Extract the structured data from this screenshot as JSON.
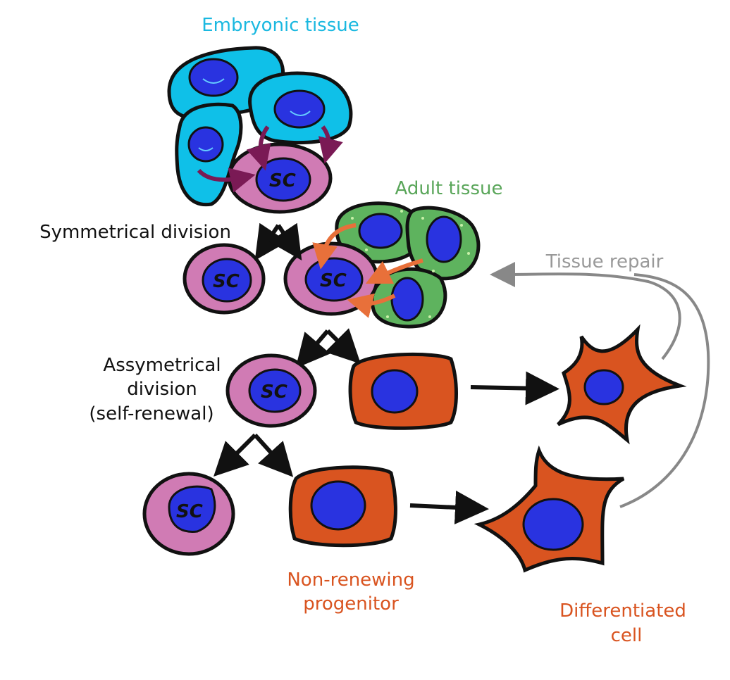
{
  "labels": {
    "embryonic": "Embryonic tissue",
    "adult": "Adult tissue",
    "symmetrical": "Symmetrical division",
    "asym1": "Assymetrical",
    "asym2": "division",
    "asym3": "(self-renewal)",
    "repair": "Tissue repair",
    "nonrenew1": "Non-renewing",
    "nonrenew2": "progenitor",
    "diff1": "Differentiated",
    "diff2": "cell"
  },
  "stem_cell_label": "SC",
  "colors": {
    "embryonic": "#1ab8e0",
    "embryonic_cell": "#0fc0e8",
    "adult": "#5aa65a",
    "adult_cell": "#5eb35e",
    "stem_cell": "#d07bb4",
    "nucleus": "#2933e0",
    "progenitor": "#d95420",
    "repair": "#999999",
    "signal_embryonic": "#7a1a55",
    "signal_adult": "#e8703a",
    "text": "#111111"
  }
}
